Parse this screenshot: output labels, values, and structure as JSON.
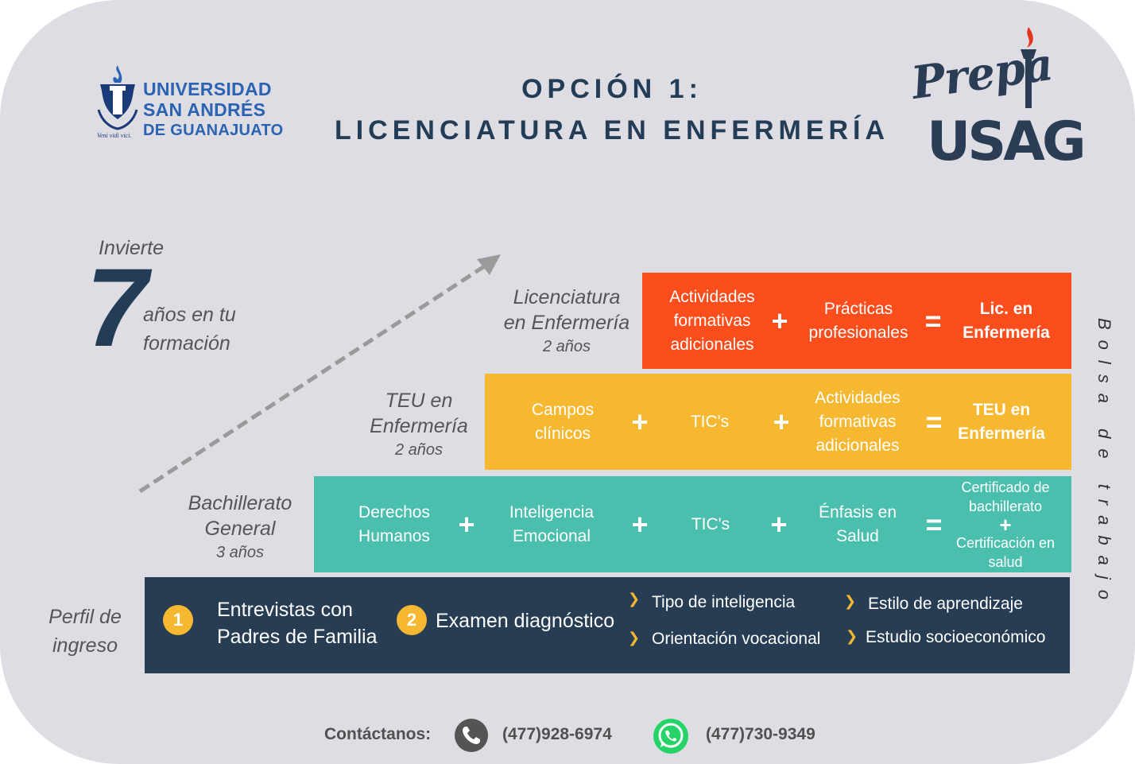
{
  "header": {
    "university_logo": {
      "line1": "UNIVERSIDAD",
      "line2": "SAN ANDRÉS",
      "line3": "DE GUANAJUATO",
      "motto": "Veni vidi vici."
    },
    "title_line1": "OPCIÓN 1:",
    "title_line2": "LICENCIATURA EN ENFERMERÍA",
    "prepa_logo": {
      "line1": "Prepa",
      "line2": "USAG"
    }
  },
  "invest": {
    "line1": "Invierte",
    "number": "7",
    "line2": "años en tu",
    "line3": "formación"
  },
  "levels": {
    "licenciatura": {
      "label_line1": "Licenciatura",
      "label_line2": "en Enfermería",
      "duration": "2 años"
    },
    "teu": {
      "label_line1": "TEU en",
      "label_line2": "Enfermería",
      "duration": "2 años"
    },
    "bachillerato": {
      "label_line1": "Bachillerato",
      "label_line2": "General",
      "duration": "3 años"
    },
    "perfil": {
      "label_line1": "Perfil de",
      "label_line2": "ingreso"
    }
  },
  "bars": {
    "licenciatura": {
      "item1": [
        "Actividades",
        "formativas",
        "adicionales"
      ],
      "item2": [
        "Prácticas",
        "profesionales"
      ],
      "result": [
        "Lic. en",
        "Enfermería"
      ],
      "plus": "+",
      "equals": "="
    },
    "teu": {
      "item1": [
        "Campos",
        "clínicos"
      ],
      "item2": [
        "TIC's"
      ],
      "item3": [
        "Actividades",
        "formativas",
        "adicionales"
      ],
      "result": [
        "TEU en",
        "Enfermería"
      ],
      "plus": "+",
      "equals": "="
    },
    "bachillerato": {
      "item1": [
        "Derechos",
        "Humanos"
      ],
      "item2": [
        "Inteligencia",
        "Emocional"
      ],
      "item3": [
        "TIC's"
      ],
      "item4": [
        "Énfasis en",
        "Salud"
      ],
      "result_a": [
        "Certificado de",
        "bachillerato"
      ],
      "result_b": [
        "Certificación en",
        "salud"
      ],
      "plus": "+",
      "equals": "="
    },
    "perfil": {
      "step1_number": "1",
      "step1_line1": "Entrevistas con",
      "step1_line2": "Padres de Familia",
      "step2_number": "2",
      "step2_text": "Examen diagnóstico",
      "bullets": [
        "Tipo de inteligencia",
        "Estilo de aprendizaje",
        "Orientación vocacional",
        "Estudio socioeconómico"
      ]
    }
  },
  "side_label": "Bolsa de trabajo",
  "contact": {
    "label": "Contáctanos:",
    "phone": "(477)928-6974",
    "whatsapp": "(477)730-9349"
  },
  "colors": {
    "background": "#dfdde4",
    "navy": "#263d54",
    "orange": "#fc4d1c",
    "yellow": "#f6b731",
    "teal": "#4bbfae",
    "logo_blue": "#2a63b1"
  },
  "icons": {
    "phone": "phone-icon",
    "whatsapp": "whatsapp-icon",
    "arrow": "diagonal-arrow-icon",
    "bullet": "chevron-right-icon"
  }
}
